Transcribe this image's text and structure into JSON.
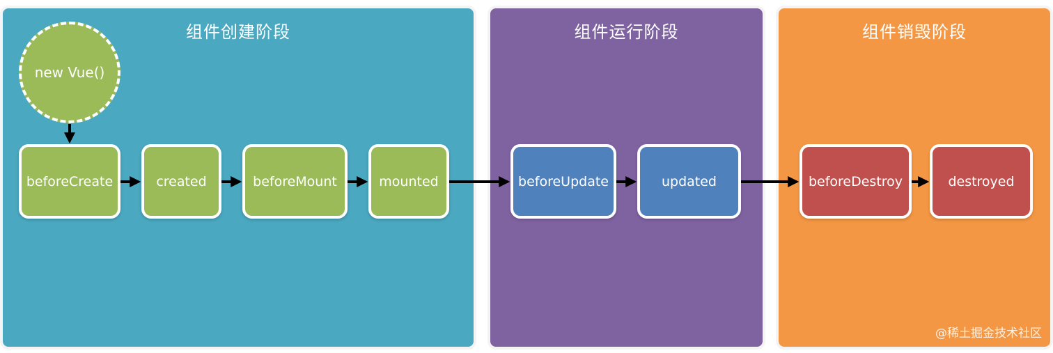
{
  "colors": {
    "create_bg": "#4aa8c1",
    "run_bg": "#7f63a1",
    "destroy_bg": "#f39744",
    "create_node": "#9bbb59",
    "run_node": "#4f81bd",
    "destroy_node": "#c0504d",
    "arrow": "#000000"
  },
  "phases": [
    {
      "title": "组件创建阶段"
    },
    {
      "title": "组件运行阶段"
    },
    {
      "title": "组件销毁阶段"
    }
  ],
  "start": {
    "label": "new Vue()"
  },
  "hooks": {
    "beforeCreate": "beforeCreate",
    "created": "created",
    "beforeMount": "beforeMount",
    "mounted": "mounted",
    "beforeUpdate": "beforeUpdate",
    "updated": "updated",
    "beforeDestroy": "beforeDestroy",
    "destroyed": "destroyed"
  },
  "watermark": "@稀土掘金技术社区"
}
